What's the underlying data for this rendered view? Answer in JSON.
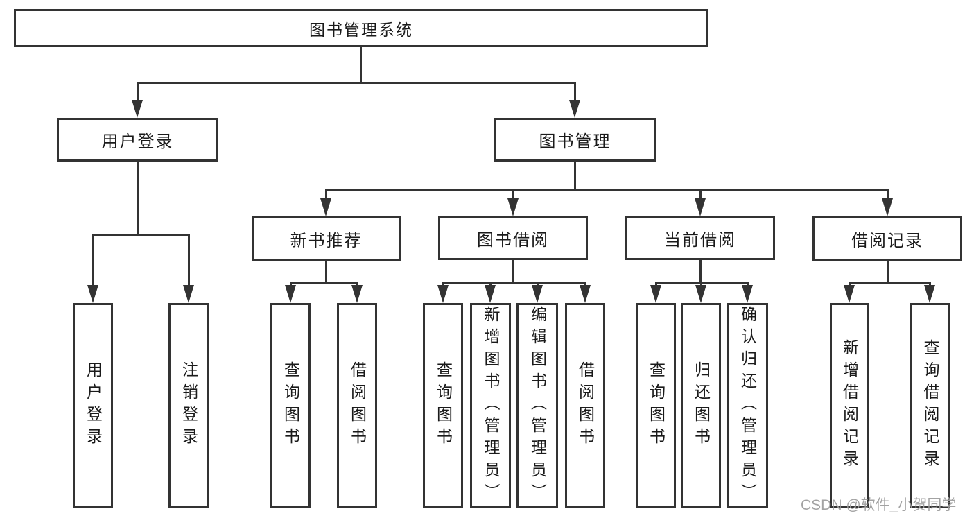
{
  "diagram": {
    "root": {
      "label": "图书管理系统"
    },
    "branches": [
      {
        "label": "用户登录",
        "leaves": [
          {
            "label": "用户登录"
          },
          {
            "label": "注销登录"
          }
        ]
      },
      {
        "label": "图书管理",
        "groups": [
          {
            "label": "新书推荐",
            "leaves": [
              {
                "label": "查询图书"
              },
              {
                "label": "借阅图书"
              }
            ]
          },
          {
            "label": "图书借阅",
            "leaves": [
              {
                "label": "查询图书"
              },
              {
                "label": "新增图书（管理员）"
              },
              {
                "label": "编辑图书（管理员）"
              },
              {
                "label": "借阅图书"
              }
            ]
          },
          {
            "label": "当前借阅",
            "leaves": [
              {
                "label": "查询图书"
              },
              {
                "label": "归还图书"
              },
              {
                "label": "确认归还（管理员）"
              }
            ]
          },
          {
            "label": "借阅记录",
            "leaves": [
              {
                "label": "新增借阅记录"
              },
              {
                "label": "查询借阅记录"
              }
            ]
          }
        ]
      }
    ]
  },
  "watermark": {
    "text": "CSDN @软件_小贺同学"
  },
  "colors": {
    "line": "#333333",
    "text": "#1a1a1a",
    "watermark": "#9e9e9e",
    "background": "#ffffff"
  }
}
